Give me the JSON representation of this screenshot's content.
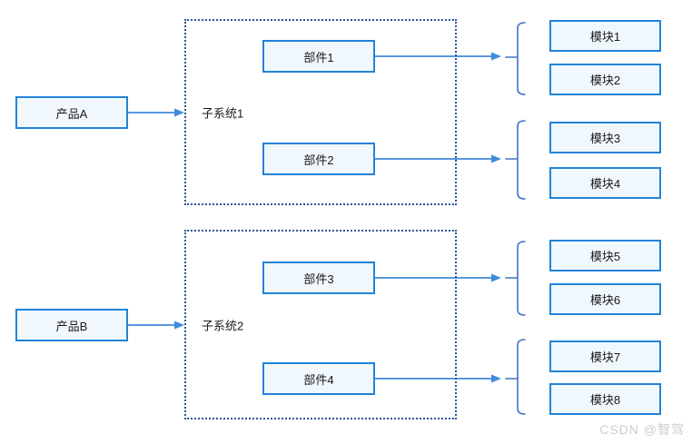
{
  "diagram": {
    "products": [
      {
        "label": "产品A"
      },
      {
        "label": "产品B"
      }
    ],
    "subsystems": [
      {
        "label": "子系统1"
      },
      {
        "label": "子系统2"
      }
    ],
    "components": [
      {
        "label": "部件1"
      },
      {
        "label": "部件2"
      },
      {
        "label": "部件3"
      },
      {
        "label": "部件4"
      }
    ],
    "modules": [
      {
        "label": "模块1"
      },
      {
        "label": "模块2"
      },
      {
        "label": "模块3"
      },
      {
        "label": "模块4"
      },
      {
        "label": "模块5"
      },
      {
        "label": "模块6"
      },
      {
        "label": "模块7"
      },
      {
        "label": "模块8"
      }
    ],
    "relations": [
      "产品A → 子系统1",
      "部件1 → 模块1/模块2",
      "部件2 → 模块3/模块4",
      "产品B → 子系统2",
      "部件3 → 模块5/模块6",
      "部件4 → 模块7/模块8"
    ]
  },
  "watermark": "CSDN @智驾",
  "colors": {
    "node_border": "#2283d8",
    "node_fill": "#f0f8fe",
    "connector": "#3f8ad9",
    "container_border": "#2f5496",
    "brace": "#4472c4",
    "text": "#1a1a1a",
    "watermark": "#cccccc"
  }
}
